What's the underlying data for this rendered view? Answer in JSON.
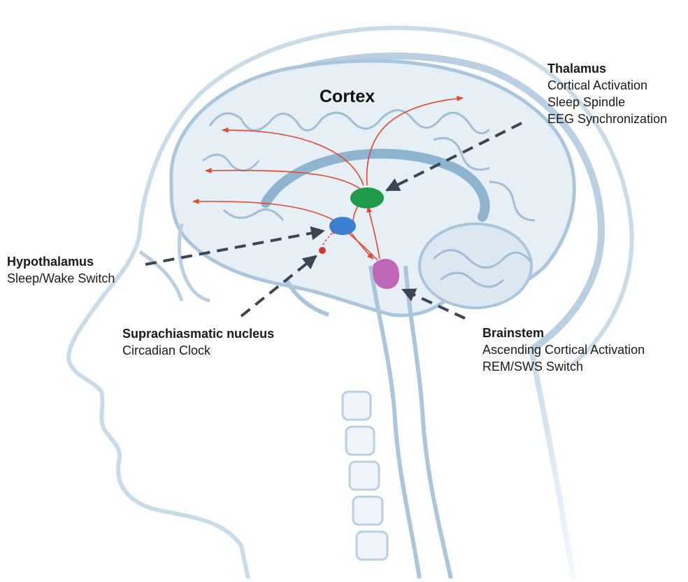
{
  "main_label": "Cortex",
  "structures": {
    "thalamus": {
      "title": "Thalamus",
      "lines": [
        "Cortical  Activation",
        "Sleep Spindle",
        "EEG Synchronization"
      ],
      "color": "#1e9a4a"
    },
    "hypothalamus": {
      "title": "Hypothalamus",
      "lines": [
        "Sleep/Wake Switch"
      ],
      "color": "#3d7fd1"
    },
    "scn": {
      "title": "Suprachiasmatic nucleus",
      "lines": [
        "Circadian Clock"
      ],
      "color": "#d33a2c"
    },
    "brainstem": {
      "title": "Brainstem",
      "lines": [
        "Ascending Cortical Activation",
        "REM/SWS Switch"
      ],
      "color": "#c066b8"
    }
  },
  "colors": {
    "head_outline": "#c7dbe9",
    "brain_fill": "#dbe8f2",
    "projection_arrows": "#e85a3c",
    "pointer_lines": "#3b4654"
  }
}
